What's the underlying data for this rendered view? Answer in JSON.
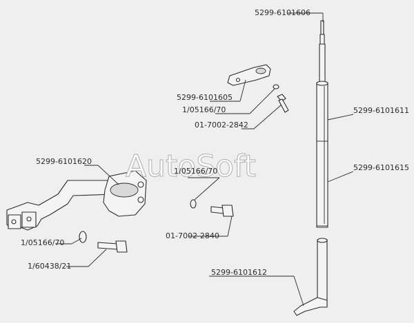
{
  "watermark": "AutoSoft",
  "labels": {
    "top_rod": "5299-6101606",
    "lever": "5299-6101605",
    "washer_upper": "1/05166/70",
    "bolt_upper": "01-7002-2842",
    "tube_upper": "5299-6101611",
    "bracket": "5299-6101620",
    "washer_center": "1/05166/70",
    "tube_main": "5299-6101615",
    "bolt_center": "01-7002-2840",
    "washer_left": "1/05166/70",
    "bolt_left": "1/60438/21",
    "tube_lower": "5299-6101612"
  }
}
